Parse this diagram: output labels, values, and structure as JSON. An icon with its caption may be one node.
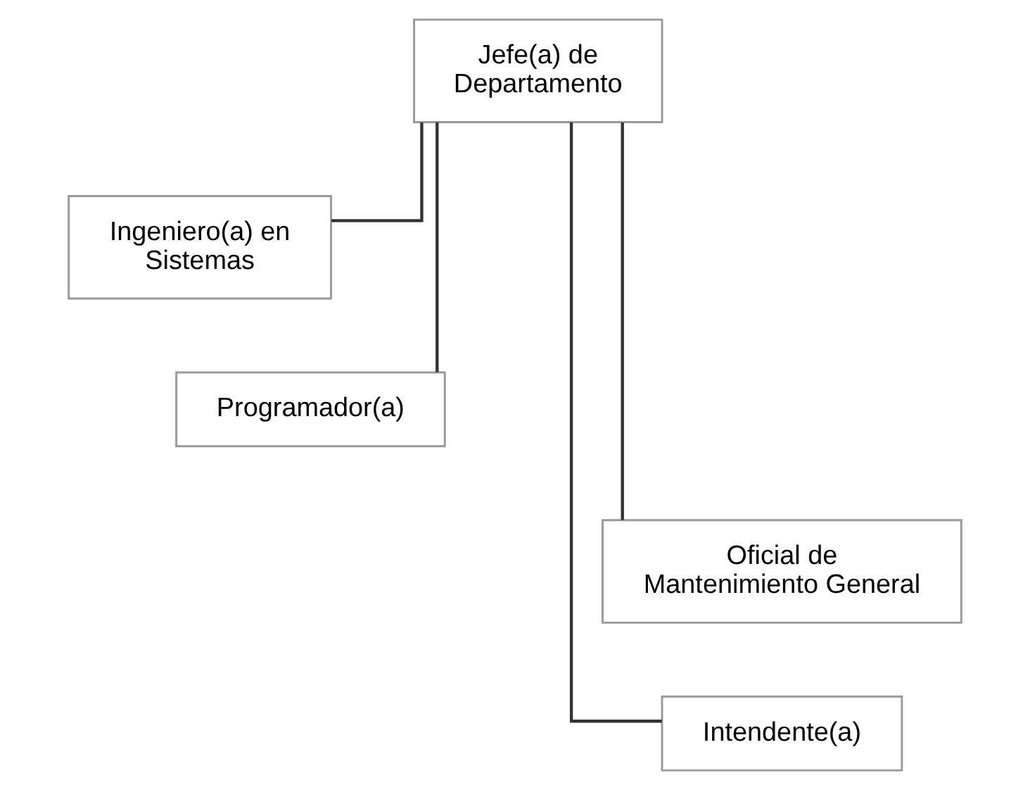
{
  "diagram": {
    "nodes": [
      {
        "text": [
          "Jefe(a) de Departamento"
        ]
      },
      {
        "text": [
          "Ingeniero(a) en Sistemas"
        ]
      },
      {
        "text": [
          "Programador(a)"
        ]
      },
      {
        "text": [
          "Oficial de Mantenimiento General"
        ]
      },
      {
        "text": [
          "Intendente(a)"
        ]
      }
    ],
    "edges": [
      {
        "from": 0,
        "to": 1,
        "arrow": "none"
      },
      {
        "from": 0,
        "to": 2,
        "arrow": "none"
      },
      {
        "from": 0,
        "to": 3,
        "arrow": "none"
      },
      {
        "from": 0,
        "to": 4,
        "arrow": "none"
      }
    ]
  }
}
